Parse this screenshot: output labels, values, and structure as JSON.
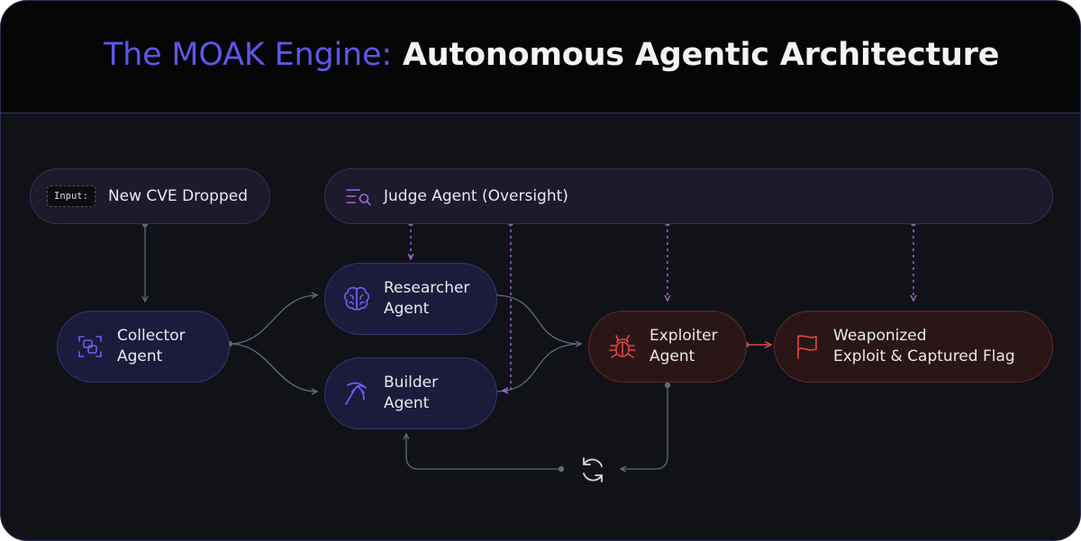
{
  "header": {
    "title_brand": "The MOAK Engine:",
    "title_main": "Autonomous Agentic Architecture"
  },
  "nodes": {
    "input": {
      "badge": "Input:",
      "label": "New CVE Dropped"
    },
    "judge": {
      "label": "Judge Agent (Oversight)",
      "icon": "search-list-icon"
    },
    "collector": {
      "label": "Collector\nAgent",
      "icon": "collect-icon"
    },
    "researcher": {
      "label": "Researcher\nAgent",
      "icon": "brain-icon"
    },
    "builder": {
      "label": "Builder\nAgent",
      "icon": "pickaxe-icon"
    },
    "exploiter": {
      "label": "Exploiter\nAgent",
      "icon": "bug-icon"
    },
    "result": {
      "label": "Weaponized\nExploit & Captured Flag",
      "icon": "flag-icon"
    }
  },
  "loop": {
    "icon": "refresh-icon"
  },
  "colors": {
    "brand": "#5d57e6",
    "background": "#111217",
    "header_background": "#050506",
    "judge_accent": "#a865e8",
    "agent_accent": "#6a5ff0",
    "exploit_accent": "#e3463f",
    "wire": "#5e6a7c"
  }
}
